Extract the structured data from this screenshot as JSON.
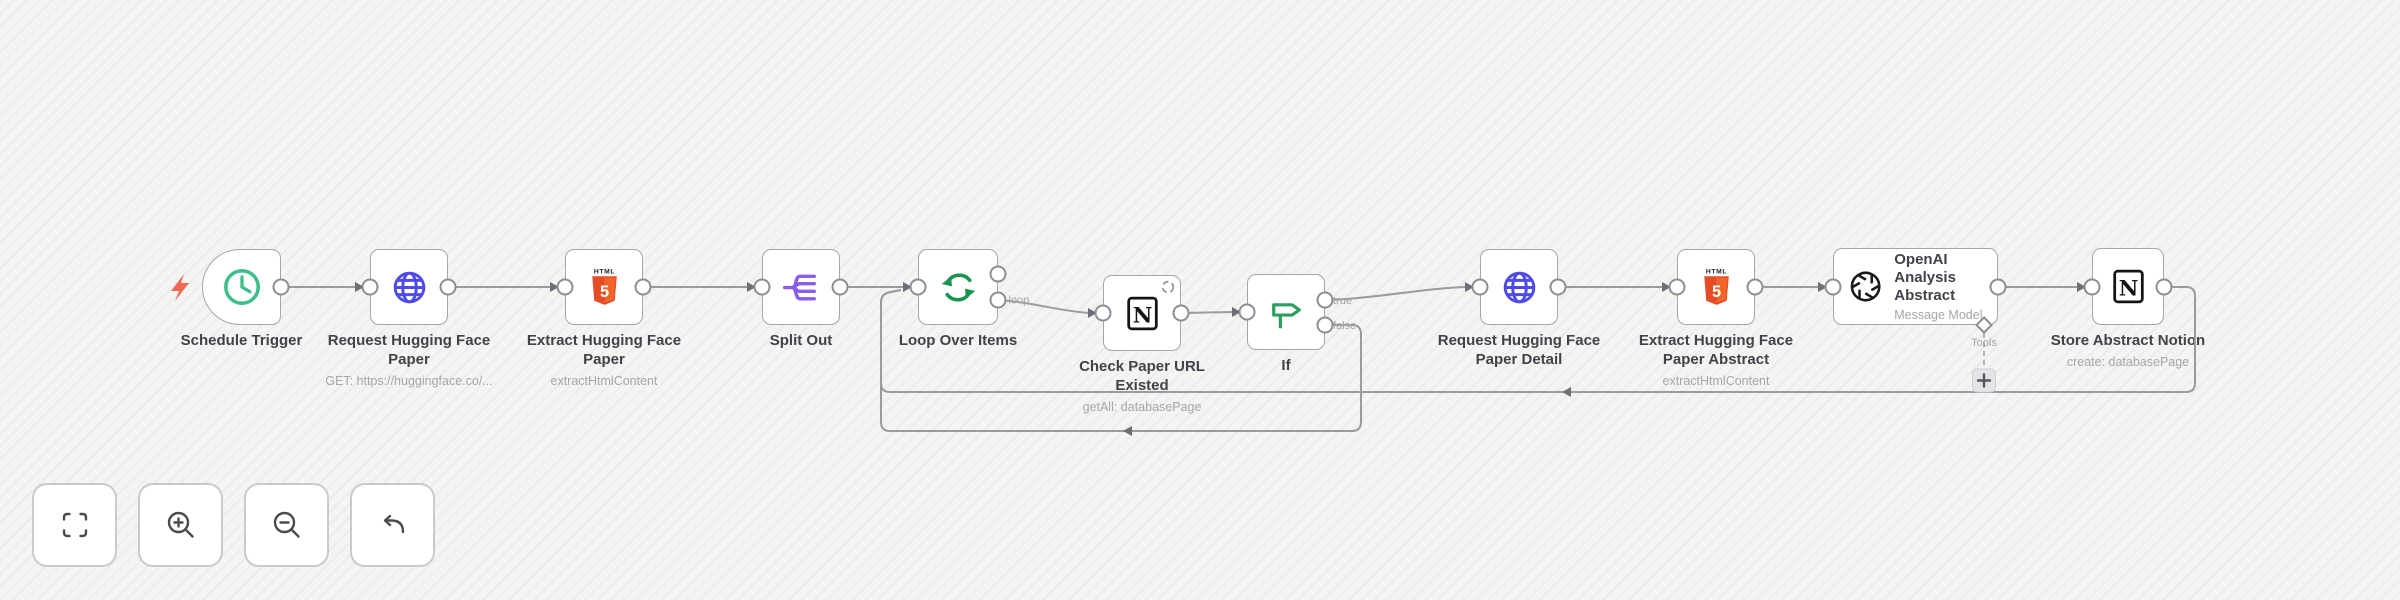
{
  "canvas": {
    "background": "#f4f4f2",
    "stripe": "rgba(140,140,145,0.07)"
  },
  "palette": {
    "connector": "#9b9b9b",
    "node_border": "#a5a5ad",
    "trigger_bolt": "#ed6a55",
    "clock_green": "#3dbe8b",
    "globe_indigo": "#4f4be8",
    "html_orange": "#e44d26",
    "split_purple": "#8b5ce6",
    "loop_green": "#17954e",
    "if_green": "#2aa05c",
    "notion_black": "#141414",
    "openai_black": "#191919"
  },
  "nodes": [
    {
      "id": "schedule-trigger",
      "label": "Schedule Trigger",
      "sub": "",
      "icon": "clock-icon"
    },
    {
      "id": "request-hugging-face-paper",
      "label": "Request Hugging Face\nPaper",
      "sub": "GET: https://huggingface.co/...",
      "icon": "globe-icon"
    },
    {
      "id": "extract-hugging-face-paper",
      "label": "Extract Hugging Face\nPaper",
      "sub": "extractHtmlContent",
      "icon": "html5-icon"
    },
    {
      "id": "split-out",
      "label": "Split Out",
      "sub": "",
      "icon": "split-icon"
    },
    {
      "id": "loop-over-items",
      "label": "Loop Over Items",
      "sub": "",
      "icon": "loop-icon"
    },
    {
      "id": "check-paper-url-existed",
      "label": "Check Paper URL\nExisted",
      "sub": "getAll: databasePage",
      "icon": "notion-icon"
    },
    {
      "id": "if",
      "label": "If",
      "sub": "",
      "icon": "signpost-icon"
    },
    {
      "id": "request-hugging-face-paper-detail",
      "label": "Request Hugging Face\nPaper Detail",
      "sub": "",
      "icon": "globe-icon"
    },
    {
      "id": "extract-hugging-face-paper-abstract",
      "label": "Extract Hugging Face\nPaper Abstract",
      "sub": "extractHtmlContent",
      "icon": "html5-icon"
    },
    {
      "id": "openai-analysis-abstract",
      "label": "OpenAI Analysis\nAbstract",
      "sub": "Message Model",
      "icon": "openai-icon"
    },
    {
      "id": "store-abstract-notion",
      "label": "Store Abstract Notion",
      "sub": "create: databasePage",
      "icon": "notion-icon"
    }
  ],
  "connection_labels": {
    "loop": "loop",
    "true": "true",
    "false": "false",
    "tools": "Tools"
  },
  "controls": [
    {
      "name": "zoom-to-fit"
    },
    {
      "name": "zoom-in"
    },
    {
      "name": "zoom-out"
    },
    {
      "name": "reset-zoom"
    }
  ]
}
